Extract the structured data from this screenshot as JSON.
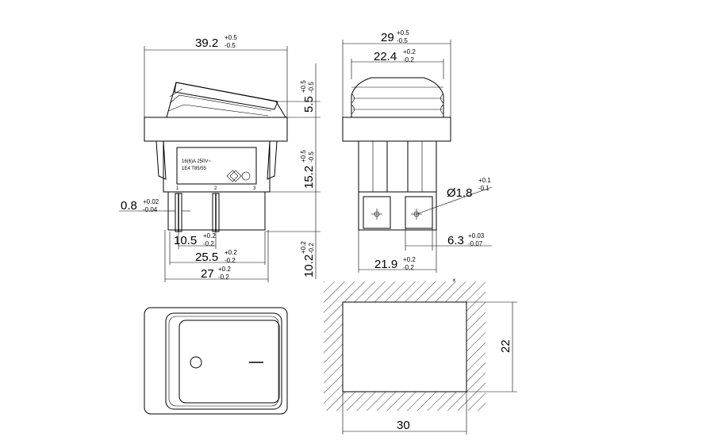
{
  "front_view": {
    "width": {
      "value": "39.2",
      "tol_up": "+0.5",
      "tol_down": "-0.5"
    },
    "rocker_height": {
      "value": "5.5",
      "tol_up": "+0.5",
      "tol_down": "-0.5"
    },
    "body_height": {
      "value": "15.2",
      "tol_up": "+0.5",
      "tol_down": "-0.5"
    },
    "terminal_height": {
      "value": "10.2",
      "tol_up": "+0.2",
      "tol_down": "-0.2"
    },
    "terminal_thickness": {
      "value": "0.8",
      "tol_up": "+0.02",
      "tol_down": "-0.04"
    },
    "pitch": {
      "value": "10.5",
      "tol_up": "+0.2",
      "tol_down": "-0.2"
    },
    "terminal_span": {
      "value": "25.5",
      "tol_up": "+0.2",
      "tol_down": "-0.2"
    },
    "base_width": {
      "value": "27",
      "tol_up": "+0.2",
      "tol_down": "-0.2"
    },
    "label_line1": "16(6)A 250V~",
    "label_line2": "1E4 T85/55",
    "terminal_numbers": [
      "1",
      "2",
      "3"
    ]
  },
  "side_view": {
    "width": {
      "value": "29",
      "tol_up": "+0.5",
      "tol_down": "-0.5"
    },
    "boot_width": {
      "value": "22.4",
      "tol_up": "+0.2",
      "tol_down": "-0.2"
    },
    "hole": {
      "value": "Ø1.8",
      "tol_up": "+0.1",
      "tol_down": "-0.1"
    },
    "tab_width": {
      "value": "6.3",
      "tol_up": "+0.03",
      "tol_down": "-0.07"
    },
    "base_width": {
      "value": "21.9",
      "tol_up": "+0.2",
      "tol_down": "-0.2"
    }
  },
  "panel_cutout": {
    "width": "30",
    "height": "22",
    "corner_mark": "×"
  }
}
